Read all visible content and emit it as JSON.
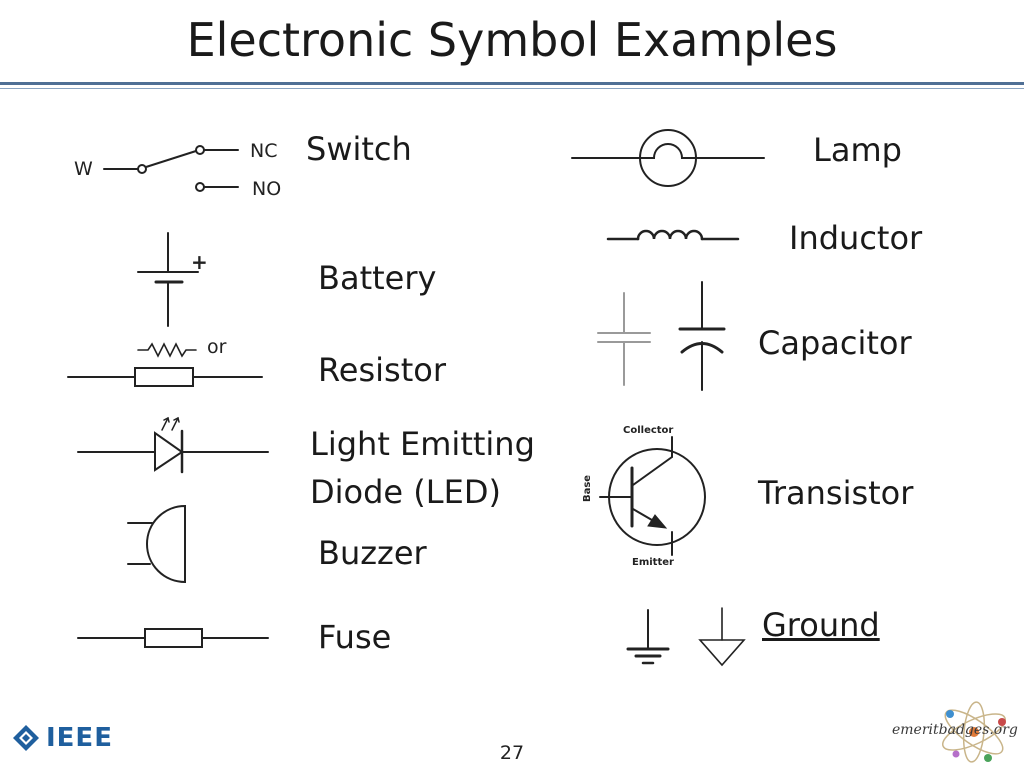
{
  "title": "Electronic Symbol Examples",
  "labels": {
    "switch": "Switch",
    "battery": "Battery",
    "resistor": "Resistor",
    "led_line1": "Light Emitting",
    "led_line2": "Diode (LED)",
    "buzzer": "Buzzer",
    "fuse": "Fuse",
    "lamp": "Lamp",
    "inductor": "Inductor",
    "capacitor": "Capacitor",
    "transistor": "Transistor",
    "ground": "Ground"
  },
  "switch_terminals": {
    "common": "W",
    "nc": "NC",
    "no": "NO"
  },
  "resistor_or": "or",
  "battery_plus": "+",
  "transistor_pins": {
    "collector": "Collector",
    "base": "Base",
    "emitter": "Emitter"
  },
  "footer": {
    "page_number": "27",
    "ieee_logo_text": "IEEE",
    "meritbadges_logo_text": "emeritbadges.org"
  },
  "colors": {
    "rule": "#4f6f95",
    "ieee_blue": "#1f5f9e"
  }
}
